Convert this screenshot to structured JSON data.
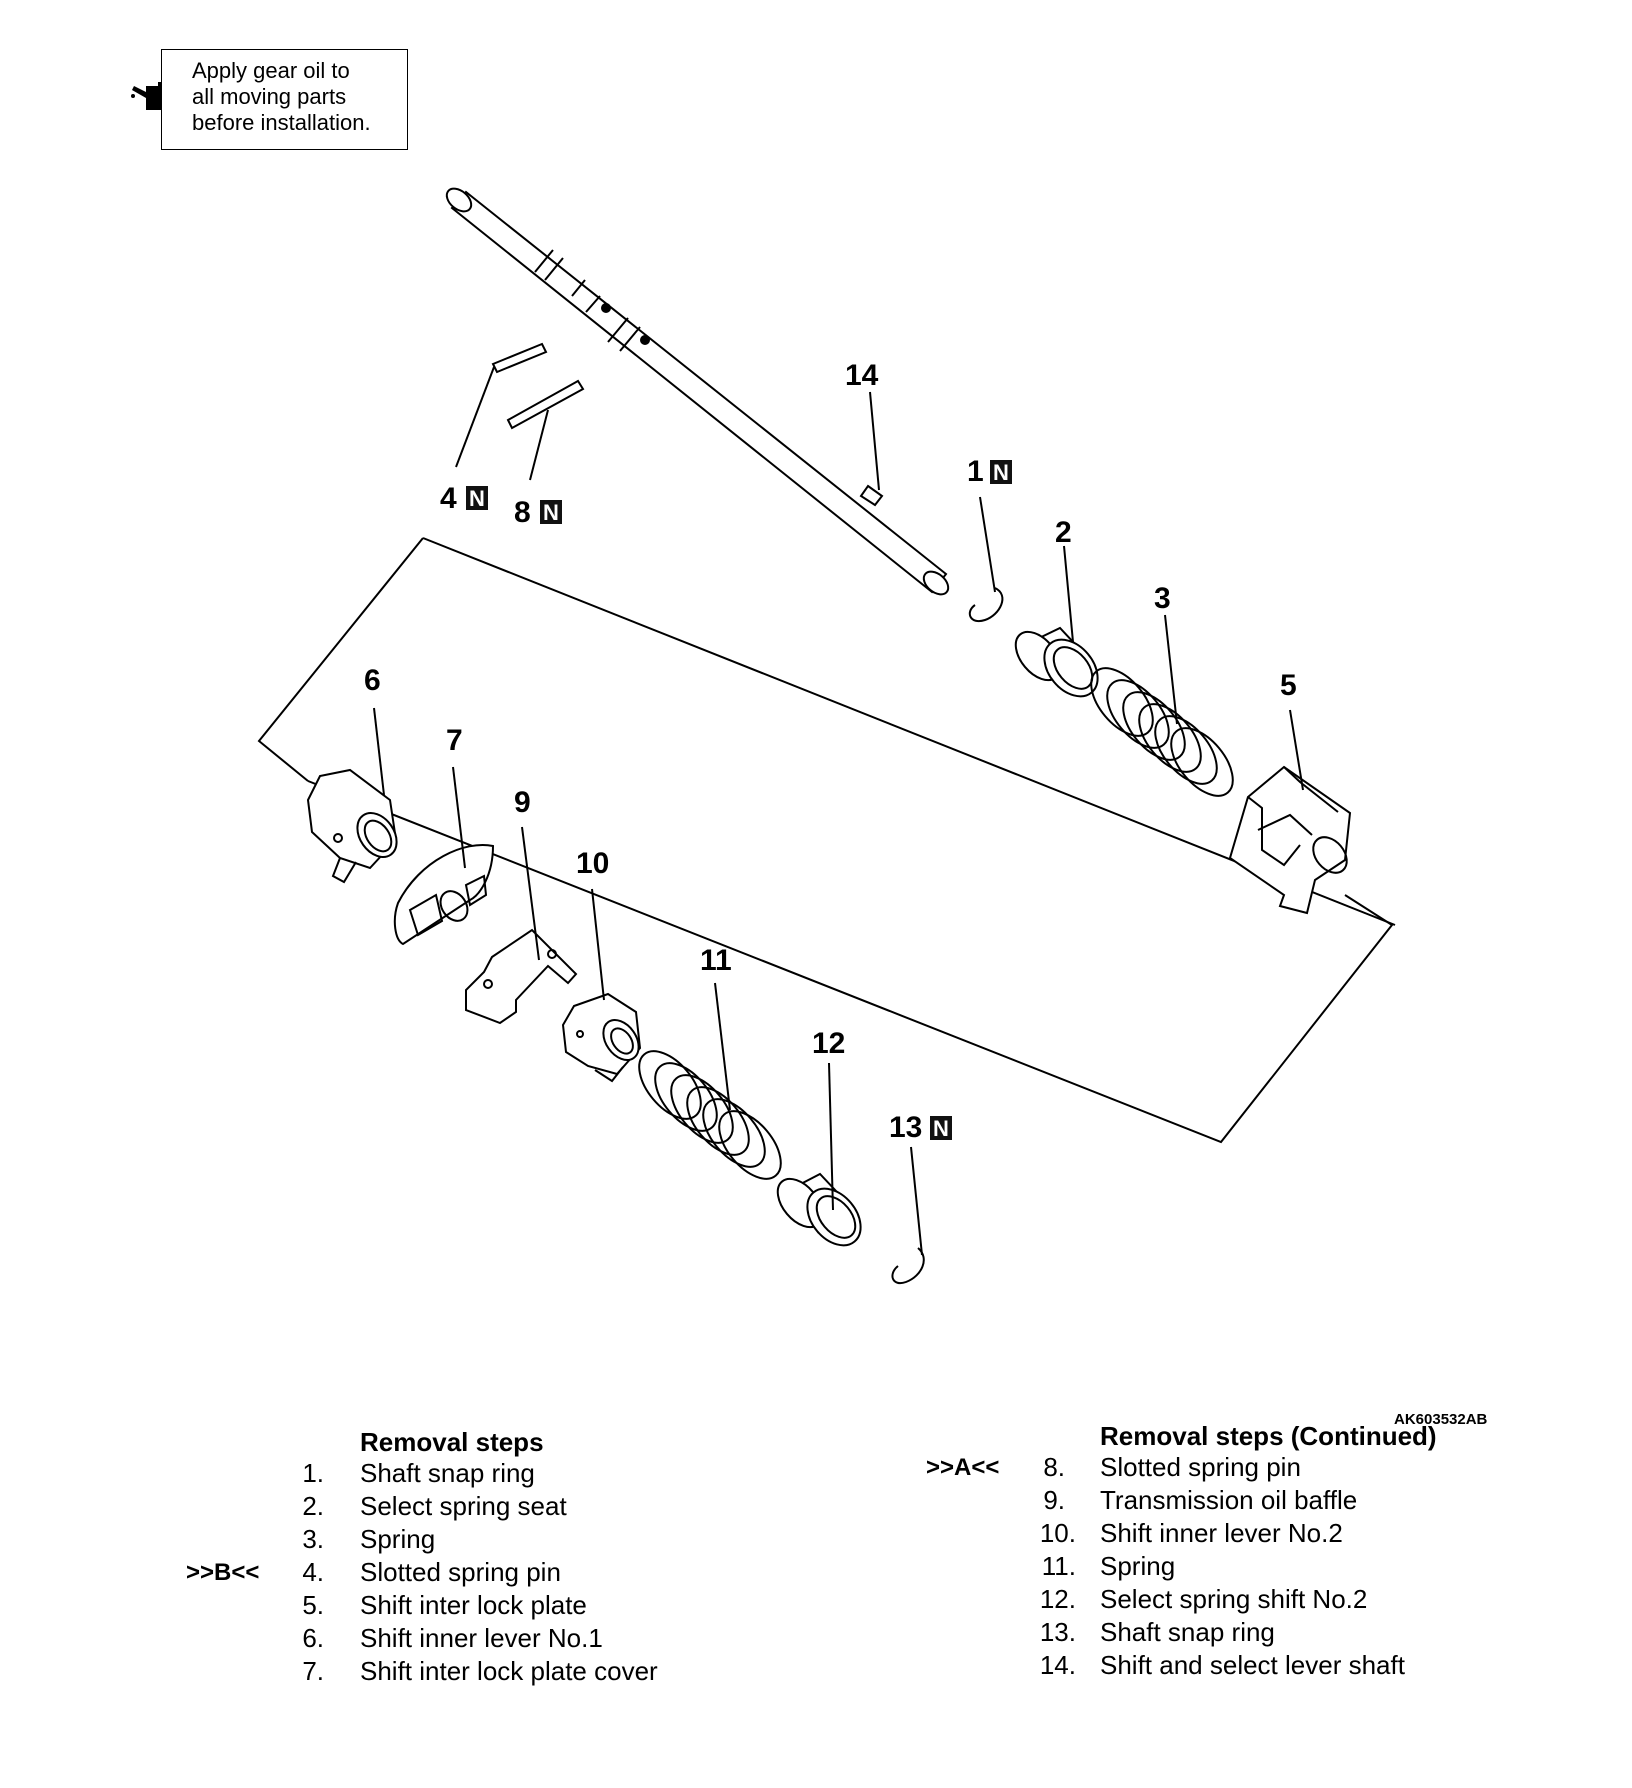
{
  "note": {
    "icon": "oil-can-icon",
    "lines": [
      "Apply gear oil to",
      "all moving parts",
      "before installation."
    ]
  },
  "figure_code": "AK603532AB",
  "callouts": {
    "c1": "1",
    "c2": "2",
    "c3": "3",
    "c4": "4",
    "c5": "5",
    "c6": "6",
    "c7": "7",
    "c8": "8",
    "c9": "9",
    "c10": "10",
    "c11": "11",
    "c12": "12",
    "c13": "13",
    "c14": "14",
    "new_part_mark": "N"
  },
  "removal_steps": {
    "title": "Removal steps",
    "steps": [
      {
        "num": "1.",
        "text": "Shaft snap ring"
      },
      {
        "num": "2.",
        "text": "Select spring seat"
      },
      {
        "num": "3.",
        "text": "Spring"
      },
      {
        "num": "4.",
        "text": "Slotted spring pin",
        "ref": ">>B<<"
      },
      {
        "num": "5.",
        "text": "Shift inter lock plate"
      },
      {
        "num": "6.",
        "text": "Shift inner lever No.1"
      },
      {
        "num": "7.",
        "text": "Shift inter lock plate cover"
      }
    ]
  },
  "removal_steps_continued": {
    "title": "Removal steps (Continued)",
    "steps": [
      {
        "num": "8.",
        "text": "Slotted spring pin",
        "ref": ">>A<<"
      },
      {
        "num": "9.",
        "text": "Transmission oil baffle"
      },
      {
        "num": "10.",
        "text": "Shift inner lever No.2"
      },
      {
        "num": "11.",
        "text": "Spring"
      },
      {
        "num": "12.",
        "text": "Select spring shift No.2"
      },
      {
        "num": "13.",
        "text": "Shaft snap ring"
      },
      {
        "num": "14.",
        "text": "Shift and select lever shaft"
      }
    ]
  }
}
